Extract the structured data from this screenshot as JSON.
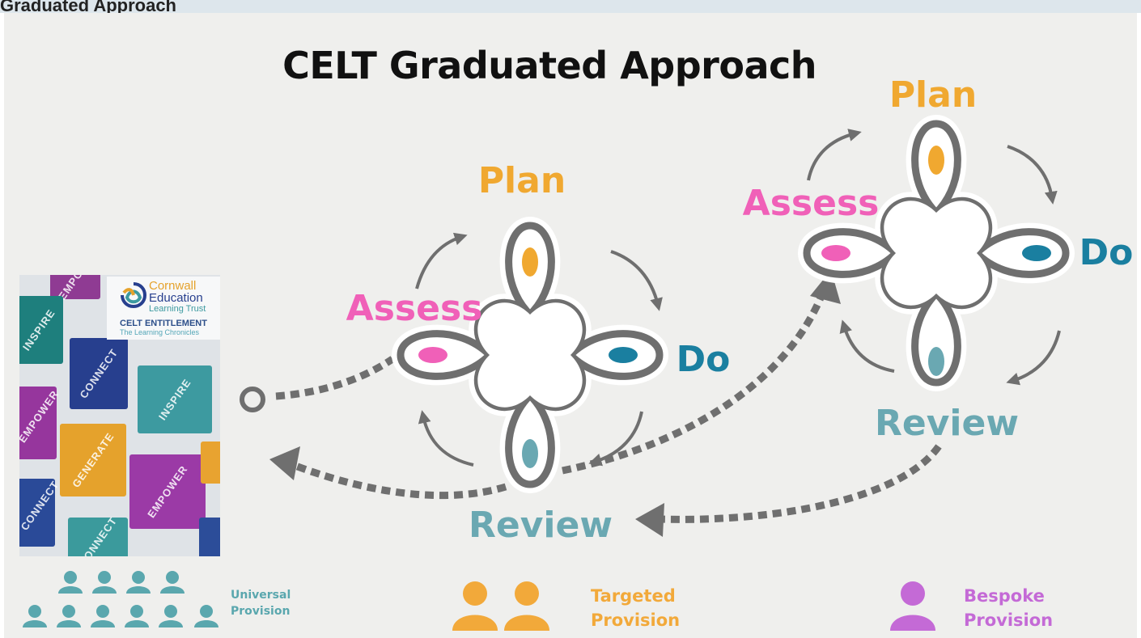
{
  "header": {
    "partial_title": "Graduated Approach"
  },
  "slide": {
    "title": "CELT Graduated Approach"
  },
  "cycles": [
    {
      "plan": "Plan",
      "assess": "Assess",
      "do": "Do",
      "review": "Review"
    },
    {
      "plan": "Plan",
      "assess": "Assess",
      "do": "Do",
      "review": "Review"
    }
  ],
  "book": {
    "logo_lines": [
      "Cornwall",
      "Education",
      "Learning Trust"
    ],
    "entitlement": "CELT ENTITLEMENT",
    "subtitle": "The Learning Chronicles",
    "tiles": [
      "EMPOWER",
      "INSPIRE",
      "CONNECT",
      "INSPIRE",
      "EMPOWER",
      "GENERATE",
      "EMPOWER",
      "CONNECT",
      "CONNECT"
    ]
  },
  "provision": {
    "universal": {
      "line1": "Universal",
      "line2": "Provision"
    },
    "targeted": {
      "line1": "Targeted",
      "line2": "Provision"
    },
    "bespoke": {
      "line1": "Bespoke",
      "line2": "Provision"
    }
  },
  "colors": {
    "plan": "#f0a830",
    "assess": "#f060b8",
    "do": "#1a7fa0",
    "review": "#6aa8b2",
    "universal": "#5aa7ae",
    "targeted": "#f2a93a",
    "bespoke": "#c46ad6",
    "connector": "#6f6f6f"
  }
}
